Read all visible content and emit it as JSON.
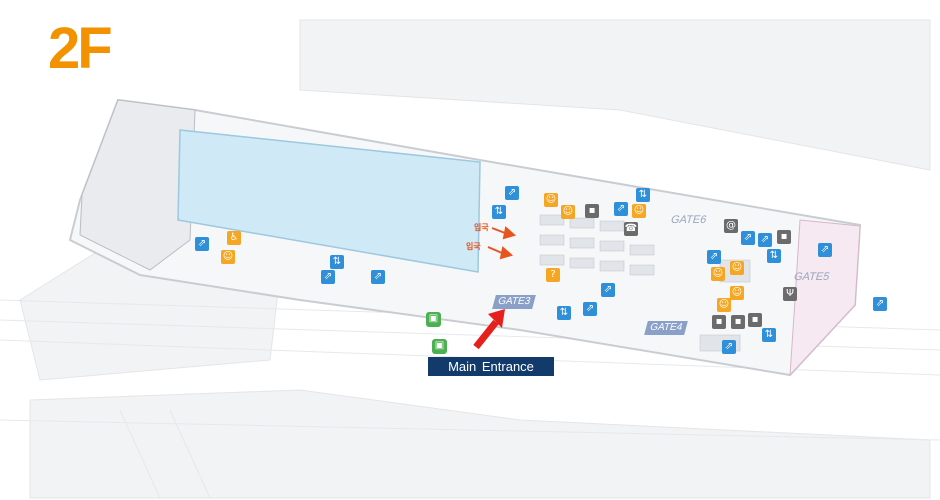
{
  "floor_label": "2F",
  "main_entrance_label": "Main Entrance",
  "gates": [
    "GATE3",
    "GATE4",
    "GATE5",
    "GATE6"
  ],
  "arrival_labels": [
    "입국",
    "입국"
  ],
  "colors": {
    "floor_label": "#f39200",
    "highlight_area": "#cfe9f6",
    "entrance_box": "#123a6b",
    "entrance_arrow": "#e4221b",
    "arrival_arrow": "#e8541e",
    "icon_blue": "#2f8fd8",
    "icon_orange": "#f5a623",
    "icon_green": "#4caf50",
    "gate_tag": "#8aa0c8"
  },
  "icons": {
    "blue": [
      "escalator-icon",
      "elevator-icon",
      "information-icon"
    ],
    "orange": [
      "restroom-icon",
      "baby-room-icon",
      "lounge-icon"
    ],
    "green": [
      "bus-icon",
      "taxi-icon"
    ],
    "dark": [
      "shop-icon",
      "phone-icon",
      "restaurant-icon"
    ]
  }
}
